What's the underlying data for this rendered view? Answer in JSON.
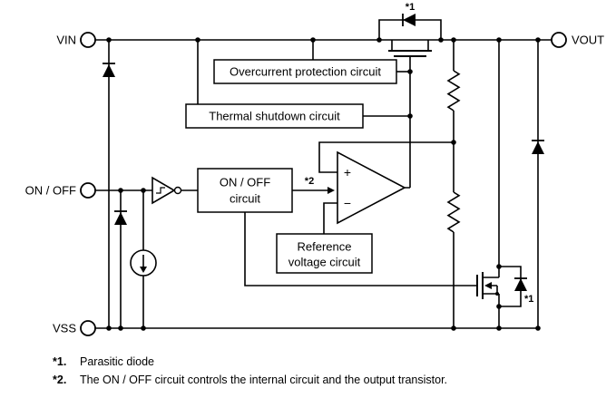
{
  "diagram": {
    "terminals": {
      "vin": "VIN",
      "vout": "VOUT",
      "on_off": "ON / OFF",
      "vss": "VSS"
    },
    "blocks": {
      "overcurrent": "Overcurrent protection circuit",
      "thermal": "Thermal shutdown circuit",
      "onoff_line1": "ON / OFF",
      "onoff_line2": "circuit",
      "reference_line1": "Reference",
      "reference_line2": "voltage circuit"
    },
    "opamp": {
      "plus": "+",
      "minus": "−"
    },
    "notes": {
      "pass_diode": "*1",
      "onoff_control": "*2",
      "output_diode": "*1"
    },
    "footnotes": [
      {
        "ref": "*1.",
        "text": "Parasitic diode"
      },
      {
        "ref": "*2.",
        "text": "The ON / OFF circuit controls the internal circuit and the output transistor."
      }
    ],
    "colors": {
      "line": "#000000",
      "background": "#ffffff"
    }
  }
}
